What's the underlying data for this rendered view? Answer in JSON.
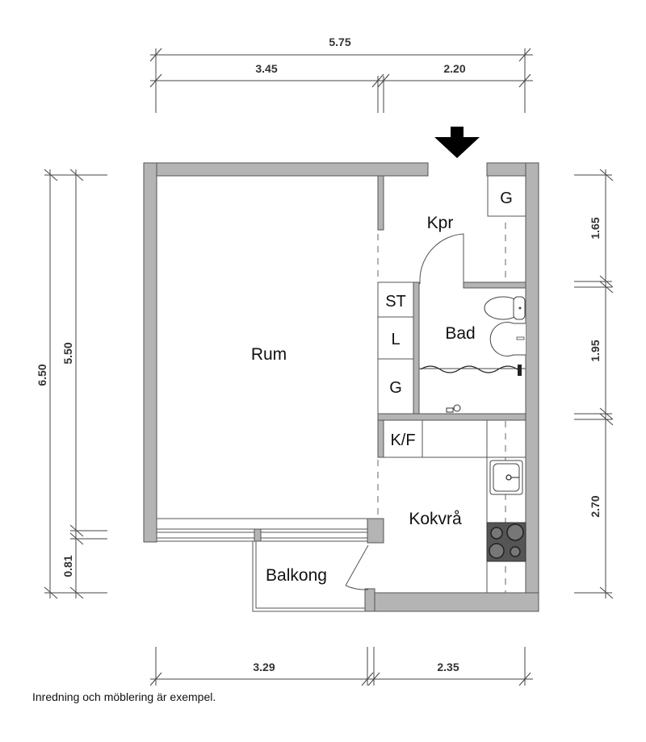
{
  "plan": {
    "dimensions": {
      "top_total": "5.75",
      "top_left": "3.45",
      "top_right": "2.20",
      "left_total": "6.50",
      "left_main": "5.50",
      "left_balcony": "0.81",
      "right_top": "1.65",
      "right_middle": "1.95",
      "right_bottom": "2.70",
      "bottom_left": "3.29",
      "bottom_right": "2.35"
    },
    "rooms": {
      "rum": "Rum",
      "kpr": "Kpr",
      "bad": "Bad",
      "kokvra": "Kokvrå",
      "balkong": "Balkong"
    },
    "storage": {
      "g_top": "G",
      "st": "ST",
      "l": "L",
      "g_mid": "G",
      "kf": "K/F"
    },
    "colors": {
      "wall": "#b4b4b4",
      "stove": "#555555"
    }
  },
  "footer": {
    "note": "Inredning och möblering är exempel."
  }
}
